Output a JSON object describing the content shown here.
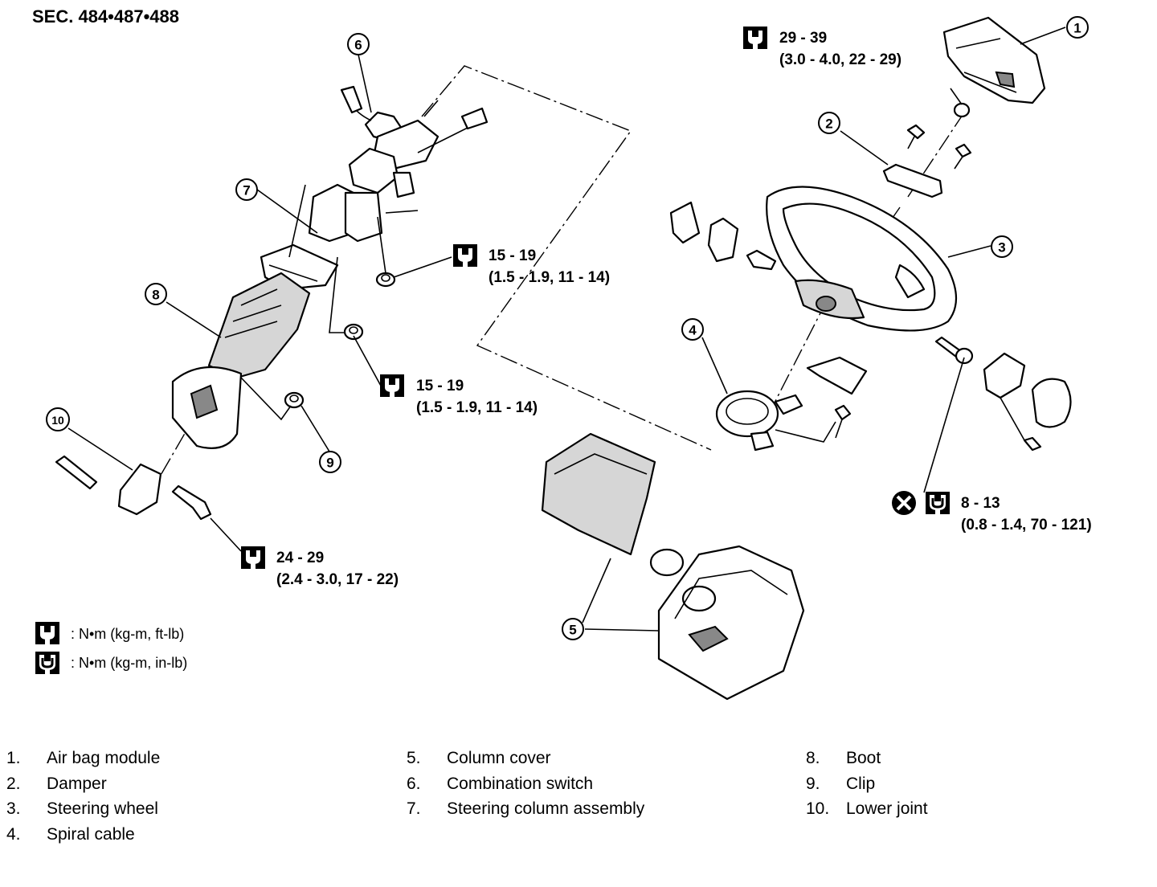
{
  "section_title": "SEC. 484•487•488",
  "callouts": [
    "1",
    "2",
    "3",
    "4",
    "5",
    "6",
    "7",
    "8",
    "9",
    "10"
  ],
  "torque_specs": {
    "wheel_top": {
      "line1": "29  -  39",
      "line2": "(3.0  -  4.0,  22  -  29)"
    },
    "column_upper": {
      "line1": "15  -  19",
      "line2": "(1.5  -  1.9,  11  -  14)"
    },
    "column_mid": {
      "line1": "15  -  19",
      "line2": "(1.5  -  1.9,  11  -  14)"
    },
    "lower_joint": {
      "line1": "24  -  29",
      "line2": "(2.4  -  3.0,  17  -  22)"
    },
    "steering_wheel_bolt": {
      "line1": "8  -  13",
      "line2": "(0.8  -  1.4,  70  -  121)"
    }
  },
  "legend": {
    "ftlb": ":  N•m  (kg-m,  ft-lb)",
    "inlb": ":  N•m  (kg-m,  in-lb)"
  },
  "parts": [
    {
      "num": "1.",
      "name": "Air bag module"
    },
    {
      "num": "2.",
      "name": "Damper"
    },
    {
      "num": "3.",
      "name": "Steering wheel"
    },
    {
      "num": "4.",
      "name": "Spiral cable"
    },
    {
      "num": "5.",
      "name": "Column cover"
    },
    {
      "num": "6.",
      "name": "Combination switch"
    },
    {
      "num": "7.",
      "name": "Steering column assembly"
    },
    {
      "num": "8.",
      "name": "Boot"
    },
    {
      "num": "9.",
      "name": "Clip"
    },
    {
      "num": "10.",
      "name": "Lower joint"
    }
  ],
  "icons": {
    "torque_ftlb": "torque-wrench-icon",
    "torque_inlb": "torque-wrench-filled-icon",
    "do_not_reuse": "do-not-reuse-icon"
  }
}
